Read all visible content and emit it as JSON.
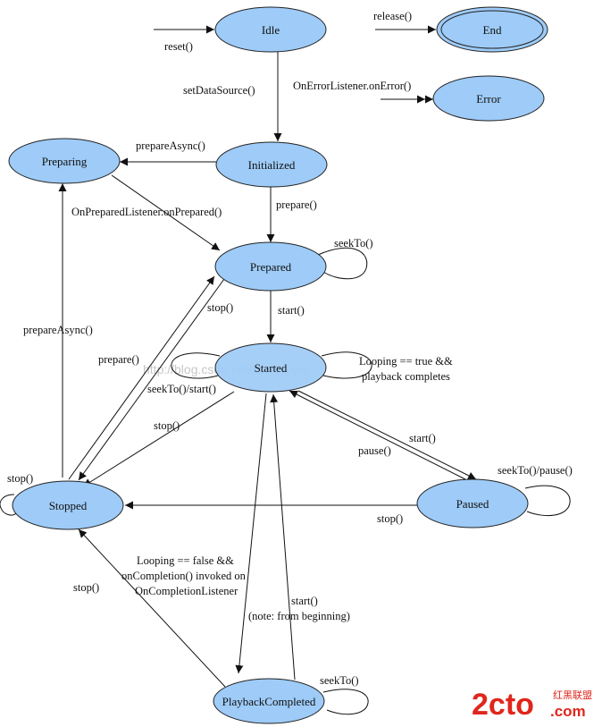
{
  "states": {
    "idle": "Idle",
    "end": "End",
    "error": "Error",
    "initialized": "Initialized",
    "preparing": "Preparing",
    "prepared": "Prepared",
    "started": "Started",
    "paused": "Paused",
    "stopped": "Stopped",
    "playback_completed": "PlaybackCompleted"
  },
  "transitions": {
    "reset": "reset()",
    "release": "release()",
    "set_data_source": "setDataSource()",
    "on_error": "OnErrorListener.onError()",
    "prepare_async_initialized": "prepareAsync()",
    "prepare_initialized": "prepare()",
    "on_prepared": "OnPreparedListener.onPrepared()",
    "seek_to_prepared": "seekTo()",
    "prepare_async_stopped": "prepareAsync()",
    "stop_prepared": "stop()",
    "prepare_stopped": "prepare()",
    "start_prepared": "start()",
    "seek_start_started": "seekTo()/start()",
    "looping_true_line1": "Looping == true &&",
    "looping_true_line2": "playback completes",
    "stop_started": "stop()",
    "start_paused": "start()",
    "pause_started": "pause()",
    "seek_pause_paused": "seekTo()/pause()",
    "stop_self": "stop()",
    "stop_paused": "stop()",
    "looping_false_line1": "Looping == false &&",
    "looping_false_line2": "onCompletion() invoked on",
    "looping_false_line3": "OnCompletionListener",
    "stop_completed": "stop()",
    "start_completed_line1": "start()",
    "start_completed_line2": "(note: from beginning)",
    "seek_to_completed": "seekTo()"
  },
  "watermark": {
    "url": "http://blog.csdn.net/fanxiaoyu/...",
    "logo_main": "2cto",
    "logo_suffix": ".com",
    "logo_cn": "红黑联盟"
  },
  "colors": {
    "state_fill": "#9ecbf7",
    "stroke": "#111111",
    "watermark_red": "#e0261c"
  }
}
